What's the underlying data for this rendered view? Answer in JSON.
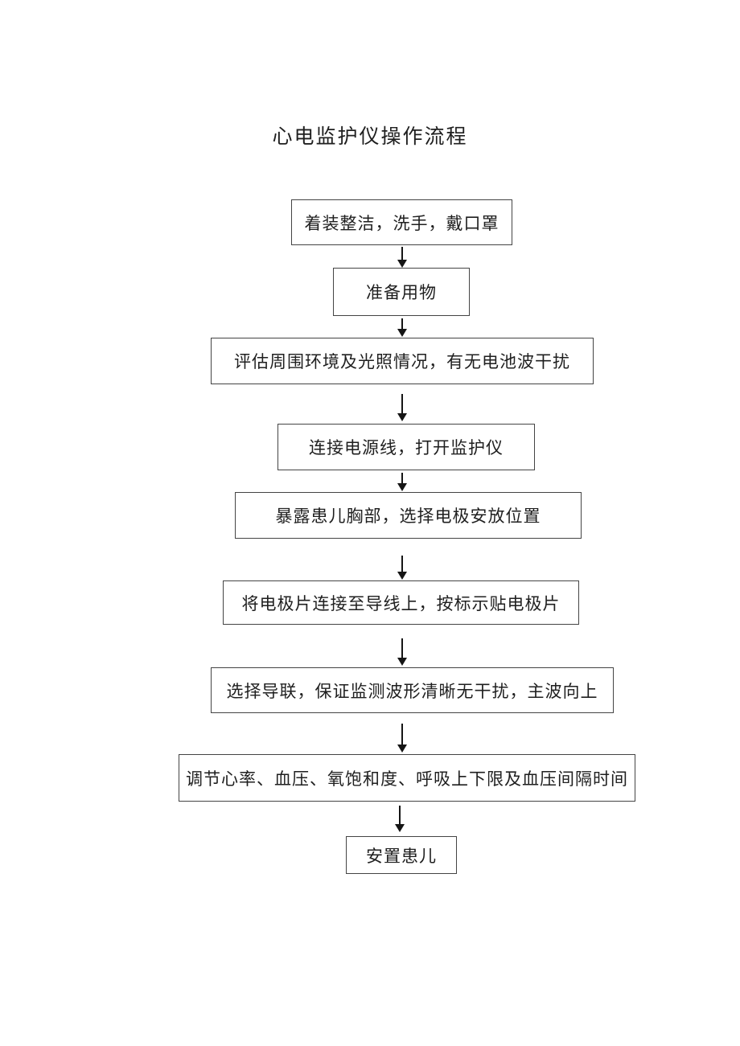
{
  "document": {
    "title": "心电监护仪操作流程"
  },
  "flowchart": {
    "type": "vertical-flowchart",
    "steps": [
      {
        "label": "着装整洁，洗手，戴口罩"
      },
      {
        "label": "准备用物"
      },
      {
        "label": "评估周围环境及光照情况，有无电池波干扰"
      },
      {
        "label": "连接电源线，打开监护仪"
      },
      {
        "label": "暴露患儿胸部，选择电极安放位置"
      },
      {
        "label": "将电极片连接至导线上，按标示贴电极片"
      },
      {
        "label": "选择导联，保证监测波形清晰无干扰，主波向上"
      },
      {
        "label": "调节心率、血压、氧饱和度、呼吸上下限及血压间隔时间"
      },
      {
        "label": "安置患儿"
      }
    ],
    "colors": {
      "background": "#ffffff",
      "box_border": "#444444",
      "text": "#1f1f1f",
      "arrow": "#151515"
    }
  }
}
